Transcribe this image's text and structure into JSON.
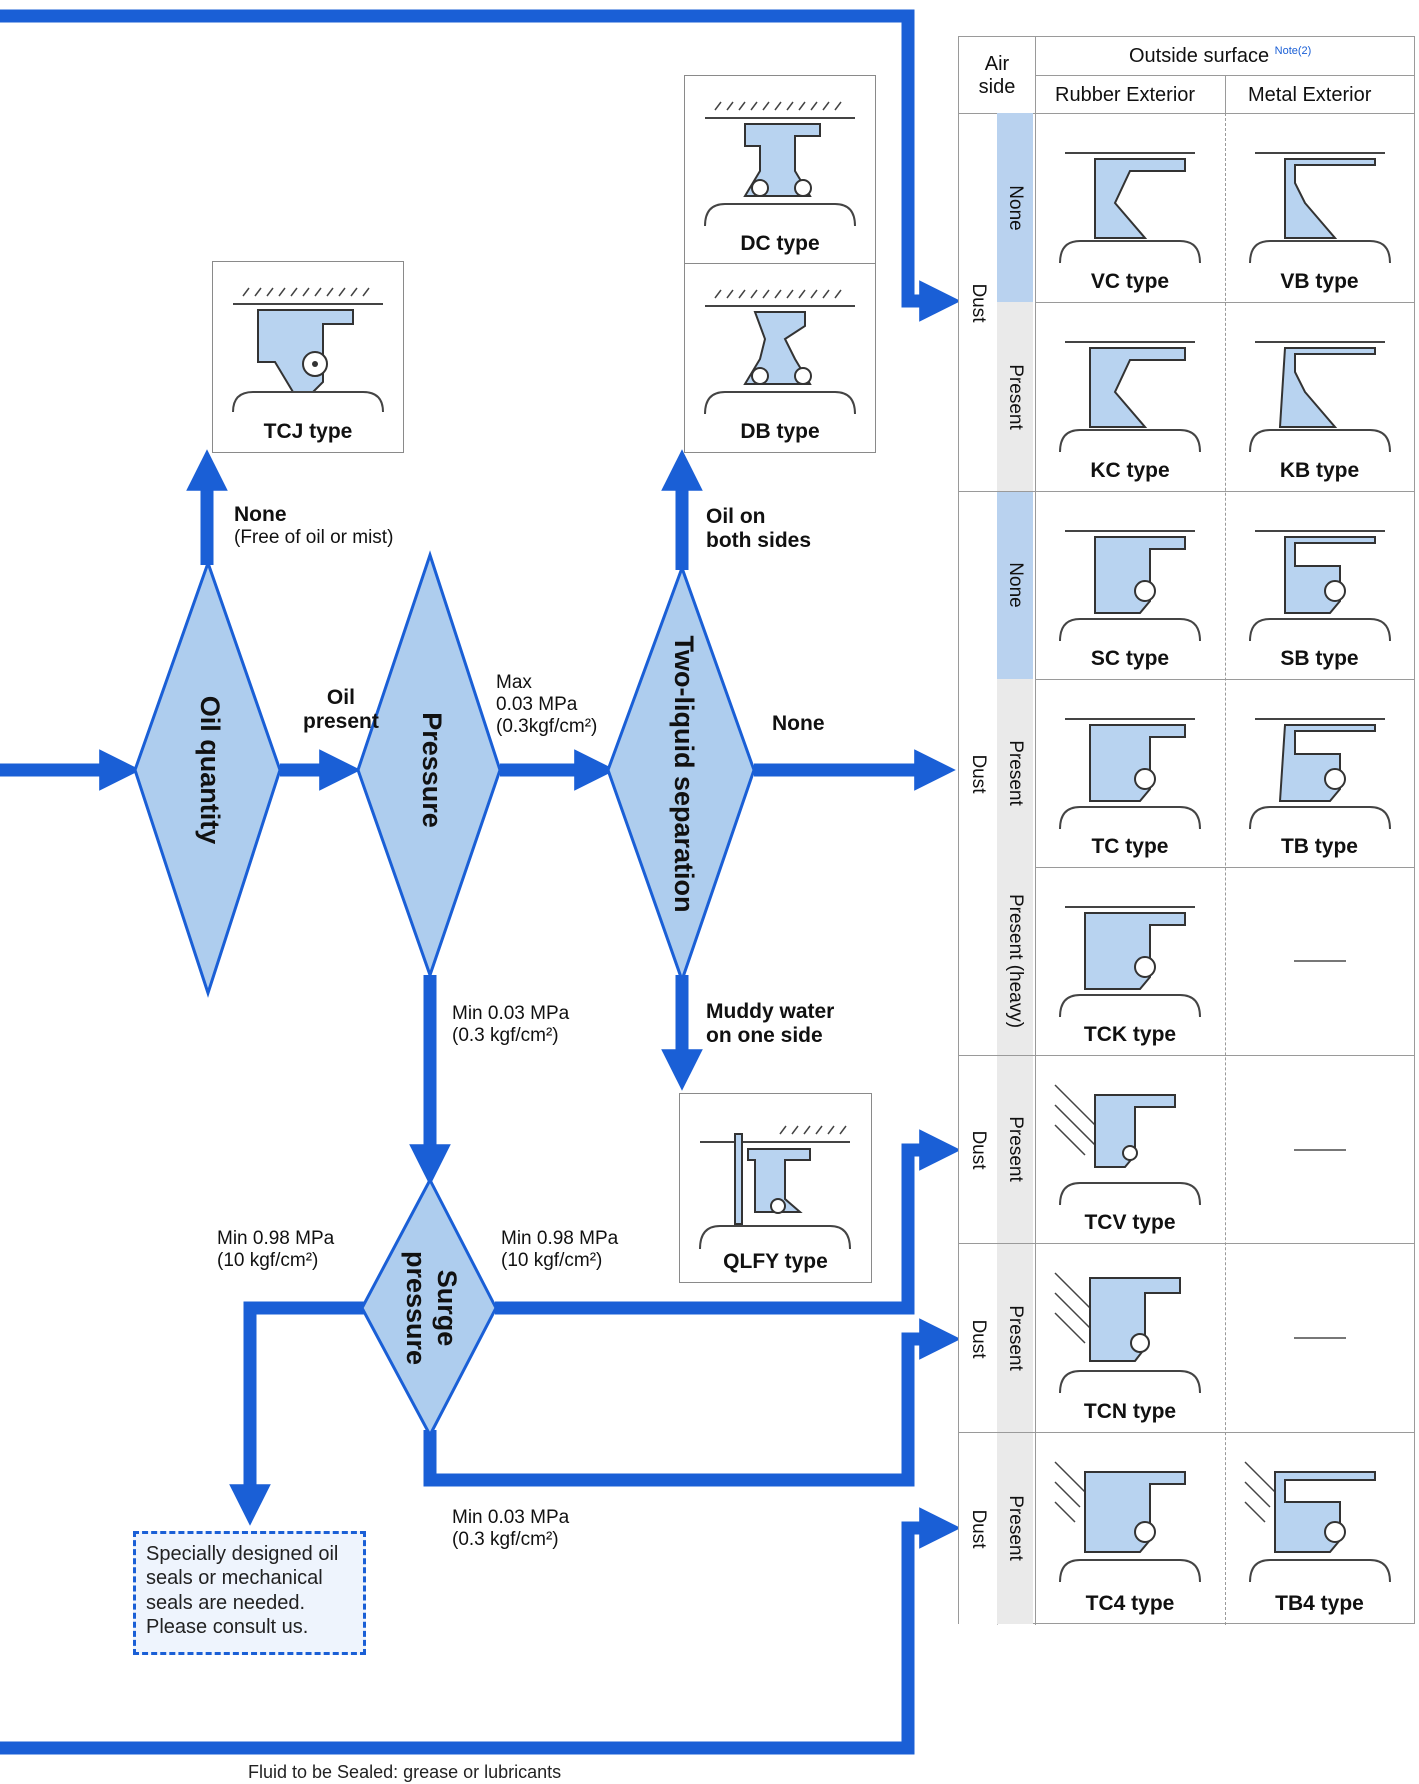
{
  "flow": {
    "oil_quantity": "Oil quantity",
    "pressure": "Pressure",
    "two_liquid": "Two-liquid separation",
    "surge_line1": "Surge",
    "surge_line2": "pressure",
    "oil_present_1": "Oil",
    "oil_present_2": "present",
    "none_free_1": "None",
    "none_free_2": "(Free of oil or mist)",
    "max_1": "Max",
    "max_2": "0.03 MPa",
    "max_3": "(0.3kgf/cm²)",
    "min003_1": "Min 0.03 MPa",
    "min003_2": "(0.3 kgf/cm²)",
    "oil_both_1": "Oil on",
    "oil_both_2": "both sides",
    "none_mid": "None",
    "muddy_1": "Muddy water",
    "muddy_2": "on one side",
    "min098_left_1": "Min 0.98 MPa",
    "min098_left_2": "(10 kgf/cm²)",
    "min098_right_1": "Min 0.98 MPa",
    "min098_right_2": "(10 kgf/cm²)",
    "min003b_1": "Min 0.03 MPa",
    "min003b_2": "(0.3 kgf/cm²)",
    "consult_text": "Specially designed oil seals or mechanical seals are needed. Please consult us.",
    "footer": "Fluid to be Sealed: grease or lubricants"
  },
  "cards": {
    "tcj": "TCJ type",
    "dc": "DC type",
    "db": "DB type",
    "qlfy": "QLFY type"
  },
  "table": {
    "air_side_1": "Air",
    "air_side_2": "side",
    "outside_surface": "Outside surface",
    "note": "Note(2)",
    "rubber_exterior": "Rubber Exterior",
    "metal_exterior": "Metal Exterior",
    "dust": "Dust",
    "none": "None",
    "present": "Present",
    "present_heavy": "Present (heavy)",
    "dash": "—",
    "types": {
      "vc": "VC type",
      "vb": "VB type",
      "kc": "KC type",
      "kb": "KB type",
      "sc": "SC type",
      "sb": "SB type",
      "tc": "TC type",
      "tb": "TB type",
      "tck": "TCK type",
      "tcv": "TCV type",
      "tcn": "TCN type",
      "tc4": "TC4 type",
      "tb4": "TB4 type"
    }
  },
  "colors": {
    "arrow": "#1a5fd6",
    "diamond_fill": "#aecdee",
    "diamond_stroke": "#1a5fd6",
    "strip_fill": "#b9d2ef",
    "seal_fill": "#b8d3f0"
  }
}
